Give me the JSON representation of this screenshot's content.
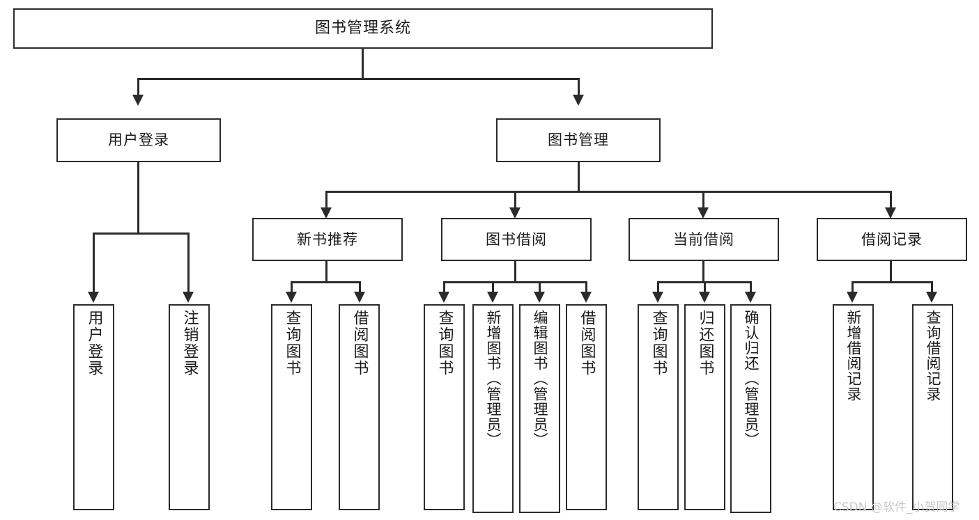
{
  "diagram": {
    "title": "图书管理系统",
    "type": "functional-structure-tree",
    "root": {
      "label": "图书管理系统"
    },
    "level1": [
      {
        "label": "用户登录"
      },
      {
        "label": "图书管理"
      }
    ],
    "level2": [
      {
        "label": "新书推荐"
      },
      {
        "label": "图书借阅"
      },
      {
        "label": "当前借阅"
      },
      {
        "label": "借阅记录"
      }
    ],
    "leaves": {
      "user_login": [
        {
          "label": "用户登录"
        },
        {
          "label": "注销登录"
        }
      ],
      "new_book_recommend": [
        {
          "label": "查询图书"
        },
        {
          "label": "借阅图书"
        }
      ],
      "book_borrow": [
        {
          "label": "查询图书"
        },
        {
          "label": "新增图书（管理员）"
        },
        {
          "label": "编辑图书（管理员）"
        },
        {
          "label": "借阅图书"
        }
      ],
      "current_borrow": [
        {
          "label": "查询图书"
        },
        {
          "label": "归还图书"
        },
        {
          "label": "确认归还（管理员）"
        }
      ],
      "borrow_record": [
        {
          "label": "新增借阅记录"
        },
        {
          "label": "查询借阅记录"
        }
      ]
    }
  },
  "watermark": {
    "text": "CSDN @软件_小贺同学"
  },
  "colors": {
    "stroke": "#2b2b2b",
    "fill": "#ffffff",
    "text": "#1a1a1a",
    "watermark": "#c9c9c9"
  }
}
